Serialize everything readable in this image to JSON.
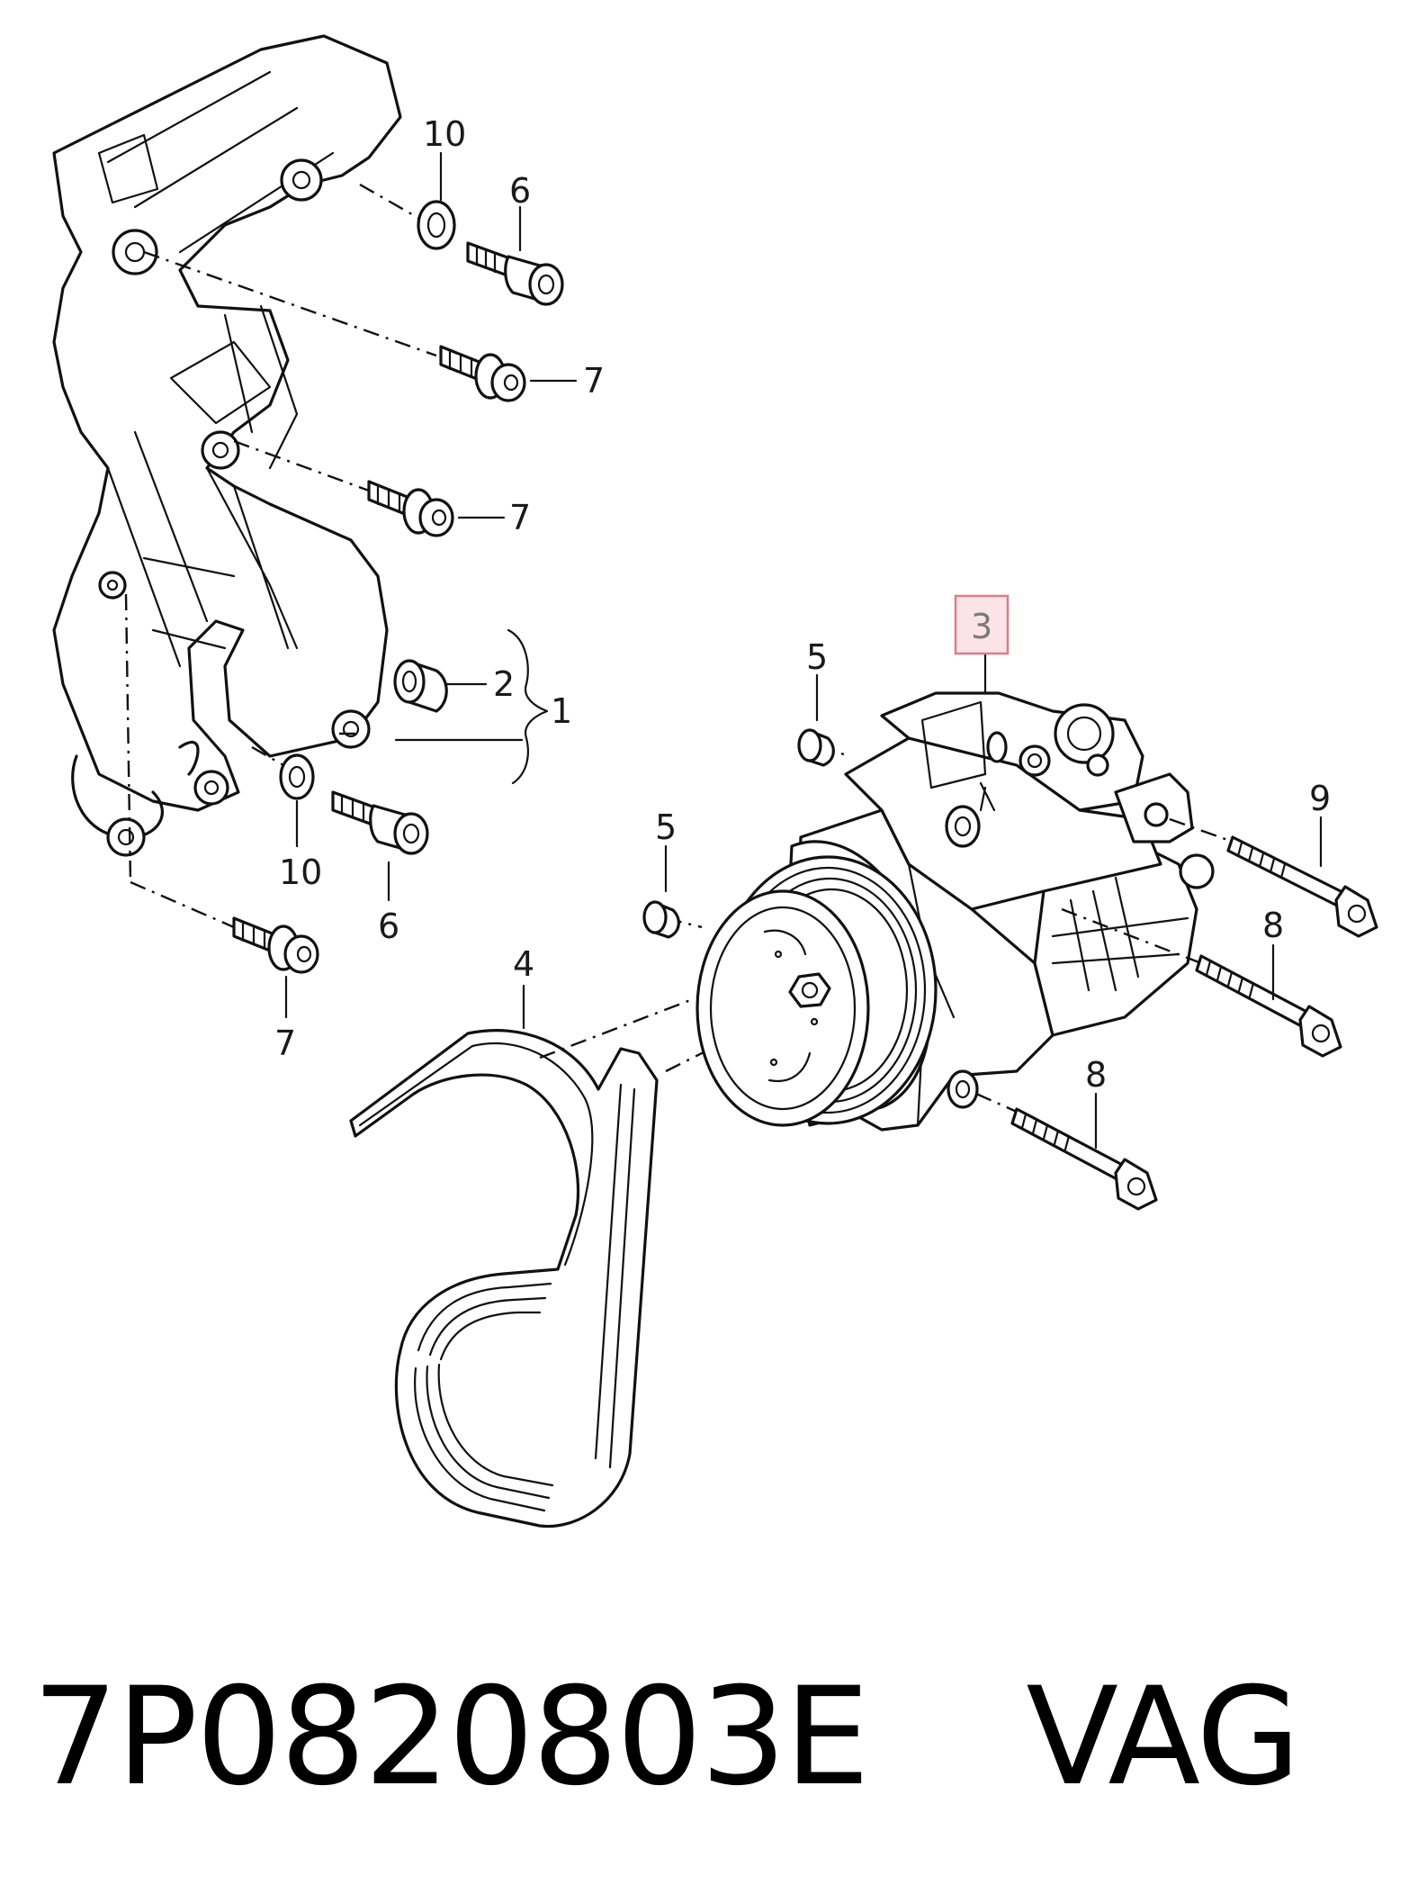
{
  "callouts": {
    "c10_top": "10",
    "c6_top": "6",
    "c7_a": "7",
    "c7_b": "7",
    "c2": "2",
    "c1": "1",
    "c10_bottom": "10",
    "c6_bottom": "6",
    "c7_c": "7",
    "c4": "4",
    "c3": "3",
    "c5_a": "5",
    "c5_b": "5",
    "c9": "9",
    "c8_a": "8",
    "c8_b": "8"
  },
  "highlight": {
    "part": "3",
    "color": "#e07a85",
    "fill": "#fbe4e7"
  },
  "caption": {
    "part_number": "7P0820803E",
    "brand": "VAG"
  }
}
